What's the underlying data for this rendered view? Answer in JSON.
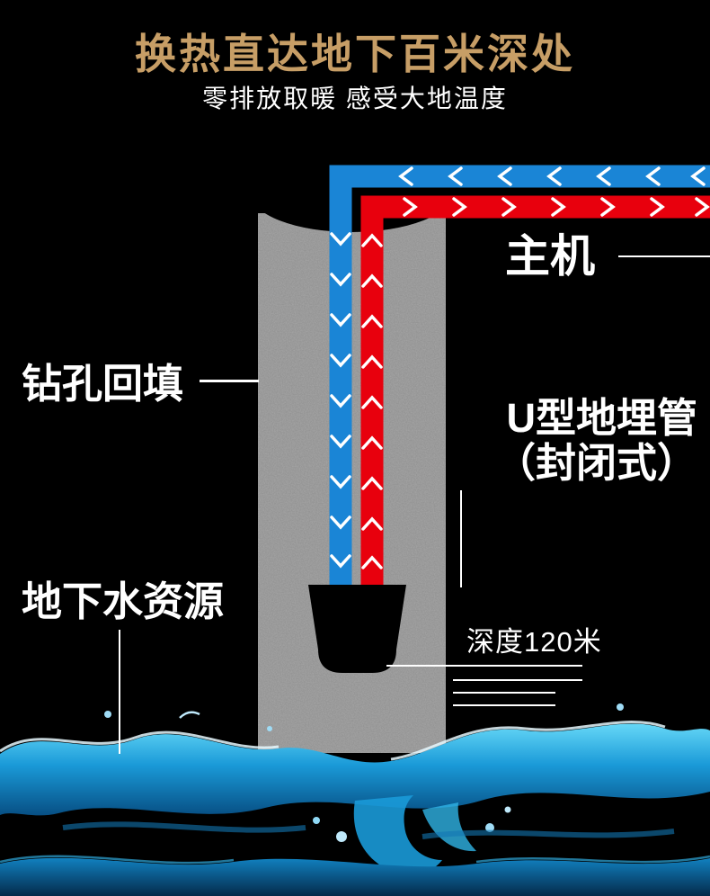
{
  "page": {
    "title": "换热直达地下百米深处",
    "subtitle": "零排放取暖 感受大地温度"
  },
  "diagram": {
    "labels": {
      "main_unit": "主机",
      "borehole_backfill": "钻孔回填",
      "u_pipe_line1": "U型地埋管",
      "u_pipe_line2": "（封闭式）",
      "groundwater": "地下水资源",
      "depth": "深度120米"
    },
    "depth_value_m": 120,
    "icons": {
      "flow_arrows": "chevron-flow-arrows"
    }
  },
  "colors": {
    "background": "#000000",
    "title_gold": "#c79e66",
    "text_white": "#ffffff",
    "pipe_cold_blue": "#1a85d6",
    "pipe_hot_red": "#e8000d",
    "column_gray": "#8d8d8d",
    "water_cyan": "#2fb4e6",
    "water_deep": "#074f84"
  }
}
